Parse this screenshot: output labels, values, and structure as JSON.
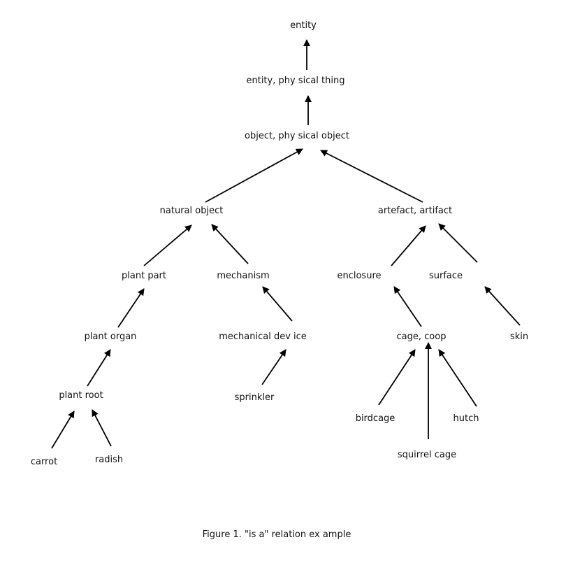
{
  "diagram": {
    "nodes": [
      {
        "id": "entity",
        "label": "entity"
      },
      {
        "id": "physical_thing",
        "label": "entity, phy sical thing"
      },
      {
        "id": "object",
        "label": "object, phy sical object"
      },
      {
        "id": "natural_object",
        "label": "natural object"
      },
      {
        "id": "artefact",
        "label": "artefact, artifact"
      },
      {
        "id": "plant_part",
        "label": "plant part"
      },
      {
        "id": "mechanism",
        "label": "mechanism"
      },
      {
        "id": "enclosure",
        "label": "enclosure"
      },
      {
        "id": "surface",
        "label": "surface"
      },
      {
        "id": "plant_organ",
        "label": "plant organ"
      },
      {
        "id": "mechanical_device",
        "label": "mechanical dev ice"
      },
      {
        "id": "cage",
        "label": "cage, coop"
      },
      {
        "id": "skin",
        "label": "skin"
      },
      {
        "id": "plant_root",
        "label": "plant root"
      },
      {
        "id": "sprinkler",
        "label": "sprinkler"
      },
      {
        "id": "birdcage",
        "label": "birdcage"
      },
      {
        "id": "hutch",
        "label": "hutch"
      },
      {
        "id": "carrot",
        "label": "carrot"
      },
      {
        "id": "radish",
        "label": "radish"
      },
      {
        "id": "squirrel_cage",
        "label": "squirrel cage"
      }
    ],
    "edges": [
      {
        "from": "physical_thing",
        "to": "entity"
      },
      {
        "from": "object",
        "to": "physical_thing"
      },
      {
        "from": "natural_object",
        "to": "object"
      },
      {
        "from": "artefact",
        "to": "object"
      },
      {
        "from": "plant_part",
        "to": "natural_object"
      },
      {
        "from": "mechanism",
        "to": "natural_object"
      },
      {
        "from": "enclosure",
        "to": "artefact"
      },
      {
        "from": "surface",
        "to": "artefact"
      },
      {
        "from": "plant_organ",
        "to": "plant_part"
      },
      {
        "from": "mechanical_device",
        "to": "mechanism"
      },
      {
        "from": "cage",
        "to": "enclosure"
      },
      {
        "from": "skin",
        "to": "surface"
      },
      {
        "from": "plant_root",
        "to": "plant_organ"
      },
      {
        "from": "sprinkler",
        "to": "mechanical_device"
      },
      {
        "from": "birdcage",
        "to": "cage"
      },
      {
        "from": "squirrel_cage",
        "to": "cage"
      },
      {
        "from": "hutch",
        "to": "cage"
      },
      {
        "from": "carrot",
        "to": "plant_root"
      },
      {
        "from": "radish",
        "to": "plant_root"
      }
    ]
  },
  "caption": "Figure 1. \"is a\" relation ex ample"
}
